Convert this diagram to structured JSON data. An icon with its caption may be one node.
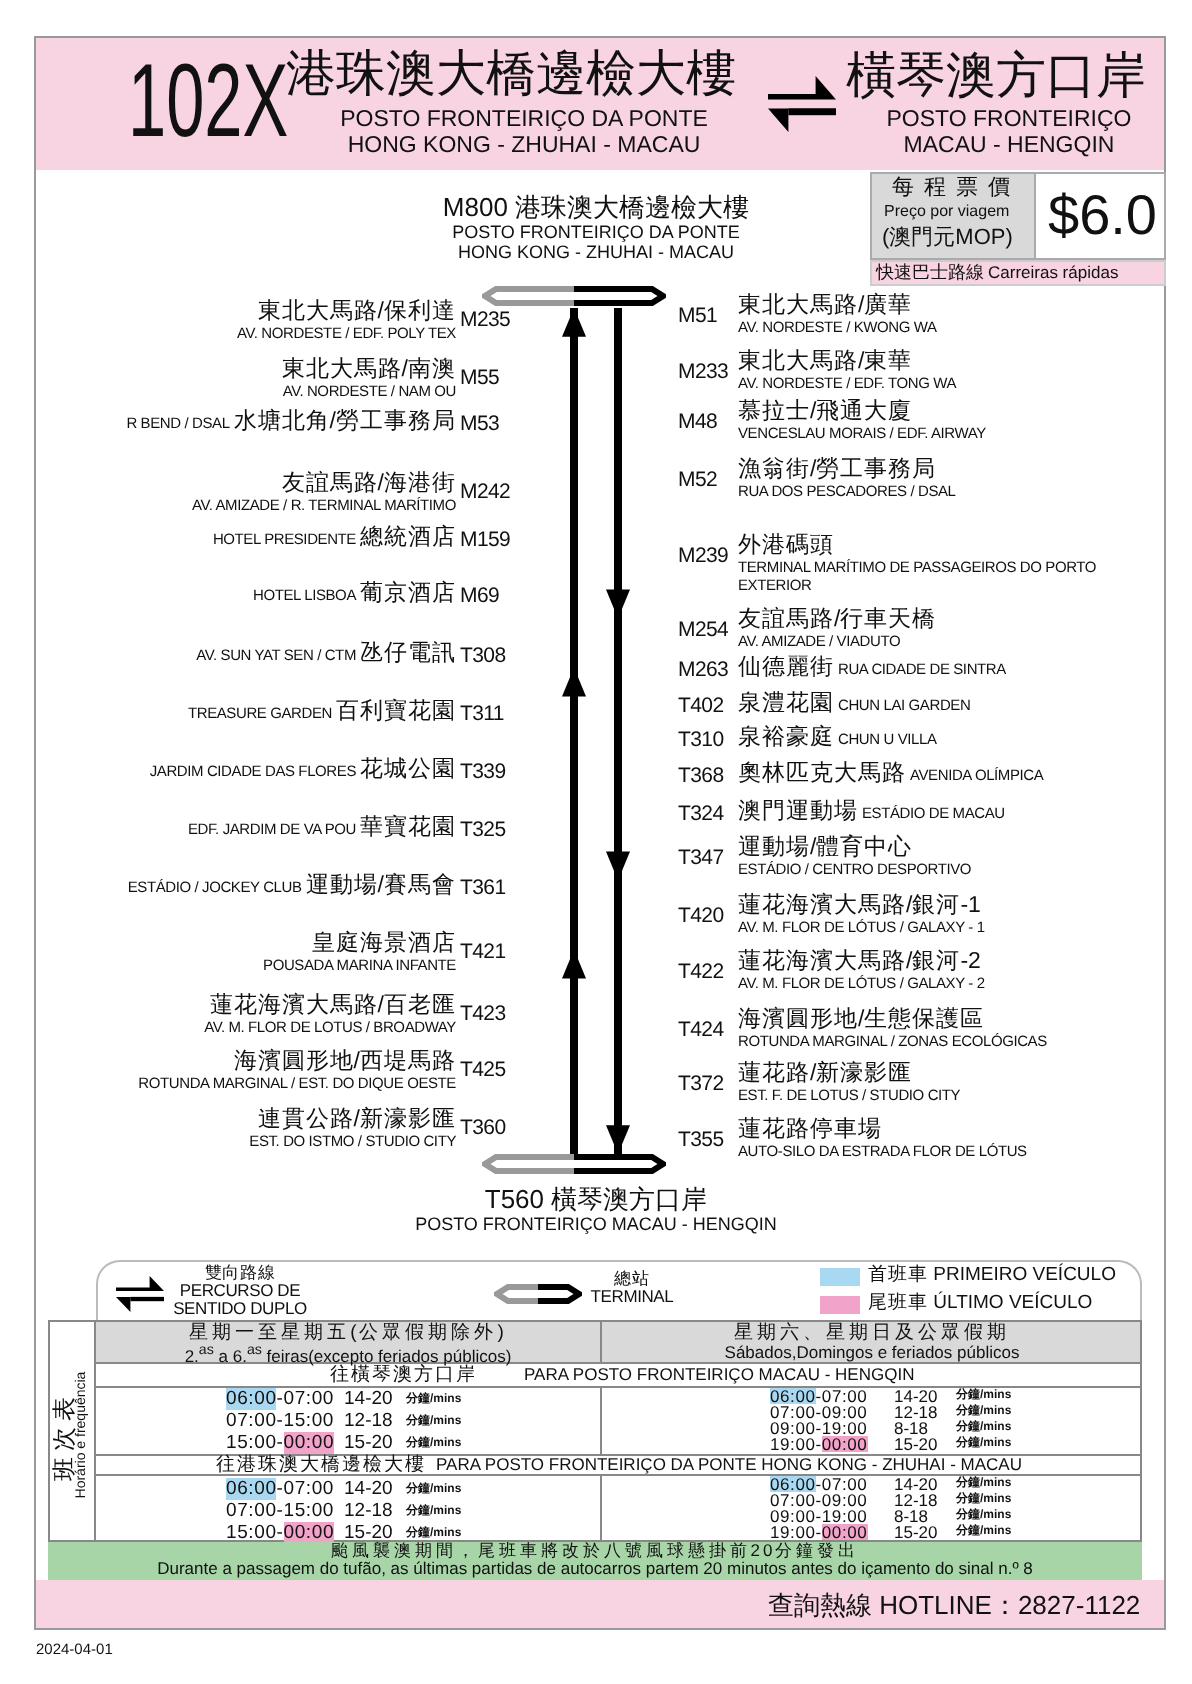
{
  "diagram": {
    "title": "102X",
    "nodes": [
      {
        "text": [
          "M800 港珠澳大橋邊檢大樓",
          "POSTO FRONTEIRIÇO DA PONTE HONG KONG - ZHUHAI - MACAU"
        ]
      },
      {
        "text": [
          "T560 橫琴澳方口岸",
          "POSTO FRONTEIRIÇO MACAU - HENGQIN"
        ]
      }
    ],
    "edges": [
      {
        "from": 1,
        "to": 0,
        "arrow": "to"
      },
      {
        "from": 0,
        "to": 1,
        "arrow": "to"
      }
    ],
    "labels": [
      "港珠澳大橋邊檢大樓",
      "POSTO FRONTEIRIÇO DA PONTE HONG KONG - ZHUHAI - MACAU",
      "橫琴澳方口岸",
      "POSTO FRONTEIRIÇO MACAU - HENGQIN",
      "每程票價",
      "Preço por viagem",
      "(澳門元MOP)",
      "$6.0",
      "快速巴士路線",
      "Carreiras rápidas",
      "M235",
      "東北大馬路/保利達",
      "AV. NORDESTE / EDF. POLY TEX",
      "M55",
      "東北大馬路/南澳",
      "AV. NORDESTE / NAM OU",
      "M53",
      "水塘北角/勞工事務局",
      "R BEND / DSAL",
      "M242",
      "友誼馬路/海港街",
      "AV. AMIZADE / R. TERMINAL MARÍTIMO",
      "M159",
      "總統酒店",
      "HOTEL PRESIDENTE",
      "M69",
      "葡京酒店",
      "HOTEL LISBOA",
      "T308",
      "氹仔電訊",
      "AV. SUN YAT SEN / CTM",
      "T311",
      "百利寶花園",
      "TREASURE GARDEN",
      "T339",
      "花城公園",
      "JARDIM CIDADE DAS FLORES",
      "T325",
      "華寶花園",
      "EDF. JARDIM DE VA POU",
      "T361",
      "運動場/賽馬會",
      "ESTÁDIO / JOCKEY CLUB",
      "T421",
      "皇庭海景酒店",
      "POUSADA MARINA INFANTE",
      "T423",
      "蓮花海濱大馬路/百老匯",
      "AV. M. FLOR DE LOTUS / BROADWAY",
      "T425",
      "海濱圓形地/西堤馬路",
      "ROTUNDA MARGINAL / EST. DO DIQUE OESTE",
      "T360",
      "連貫公路/新濠影匯",
      "EST. DO ISTMO / STUDIO CITY",
      "M51",
      "東北大馬路/廣華",
      "AV. NORDESTE / KWONG WA",
      "M233",
      "東北大馬路/東華",
      "AV. NORDESTE / EDF. TONG WA",
      "M48",
      "慕拉士/飛通大廈",
      "VENCESLAU MORAIS / EDF. AIRWAY",
      "M52",
      "漁翁街/勞工事務局",
      "RUA DOS PESCADORES / DSAL",
      "M239",
      "外港碼頭",
      "TERMINAL MARÍTIMO DE PASSAGEIROS DO PORTO EXTERIOR",
      "M254",
      "友誼馬路/行車天橋",
      "AV. AMIZADE / VIADUTO",
      "M263",
      "仙德麗街",
      "RUA CIDADE DE SINTRA",
      "T402",
      "泉澧花園",
      "CHUN LAI GARDEN",
      "T310",
      "泉裕豪庭",
      "CHUN U VILLA",
      "T368",
      "奧林匹克大馬路",
      "AVENIDA OLÍMPICA",
      "T324",
      "澳門運動場",
      "ESTÁDIO DE MACAU",
      "T347",
      "運動場/體育中心",
      "ESTÁDIO / CENTRO DESPORTIVO",
      "T420",
      "蓮花海濱大馬路/銀河-1",
      "AV. M. FLOR DE LÓTUS / GALAXY - 1",
      "T422",
      "蓮花海濱大馬路/銀河-2",
      "AV. M. FLOR DE LÓTUS / GALAXY - 2",
      "T424",
      "海濱圓形地/生態保護區",
      "ROTUNDA MARGINAL / ZONAS ECOLÓGICAS",
      "T372",
      "蓮花路/新濠影匯",
      "EST. F. DE LOTUS / STUDIO CITY",
      "T355",
      "蓮花路停車場",
      "AUTO-SILO DA ESTRADA FLOR DE LÓTUS",
      "班次表",
      "Horário e frequência",
      "星期一至星期五(公眾假期除外)",
      "2.$^{as}$ a 6.$^{as}$ feiras(excepto feriados públicos)",
      "星期六、星期日及公眾假期",
      "Sábados,Domingos e feriados públicos",
      "往橫琴澳方口岸",
      "PARA POSTO FRONTEIRIÇO MACAU - HENGQIN",
      "06:00",
      "-07:00",
      "14-20",
      "分鐘/mins",
      "07:00-15:00",
      "12-18",
      "分鐘/mins",
      "15:00-",
      "00:00",
      "15-20",
      "分鐘/mins",
      "06:00",
      "-07:00",
      "14-20",
      "分鐘/mins",
      "07:00-09:00",
      "12-18",
      "分鐘/mins",
      "09:00-19:00",
      "8-18",
      "分鐘/mins",
      "19:00-",
      "00:00",
      "15-20",
      "分鐘/mins",
      "往港珠澳大橋邊檢大樓",
      "PARA POSTO FRONTEIRIÇO DA PONTE HONG KONG - ZHUHAI - MACAU",
      "06:00",
      "-07:00",
      "14-20",
      "分鐘/mins",
      "07:00-15:00",
      "12-18",
      "分鐘/mins",
      "15:00-",
      "00:00",
      "15-20",
      "分鐘/mins",
      "06:00",
      "-07:00",
      "14-20",
      "分鐘/mins",
      "07:00-09:00",
      "12-18",
      "分鐘/mins",
      "09:00-19:00",
      "8-18",
      "分鐘/mins",
      "19:00-",
      "00:00",
      "15-20",
      "分鐘/mins",
      "颱風襲澳期間，尾班車將改於八號風球懸掛前20分鐘發出",
      "Durante a passagem do tufão, as últimas partidas de autocarros partem 20 minutos antes do içamento do sinal n.º 8",
      "查詢熱線 HOTLINE：2827-1122",
      "2024-04-01"
    ],
    "legend": [
      {
        "text": "雙向路線 PERCURSO DE SENTIDO DUPLO"
      },
      {
        "text": "總站 TERMINAL"
      },
      {
        "text": "首班車 PRIMEIRO VEÍCULO",
        "color": "#a9d9f2"
      },
      {
        "text": "尾班車 ÚLTIMO VEÍCULO",
        "color": "#f2a3c9"
      }
    ]
  }
}
